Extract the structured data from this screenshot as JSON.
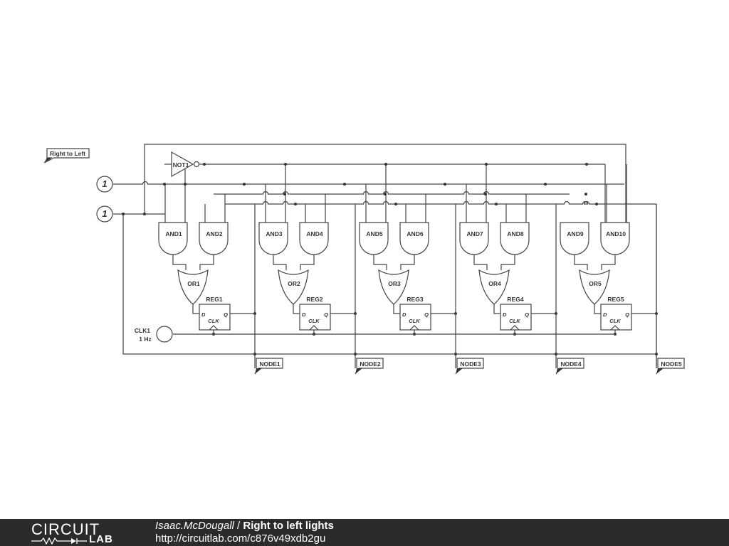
{
  "schematic": {
    "title_tag": "Right to Left",
    "inputs": [
      "1",
      "1"
    ],
    "not_gate": "NOT1",
    "and_gates": [
      "AND1",
      "AND2",
      "AND3",
      "AND4",
      "AND5",
      "AND6",
      "AND7",
      "AND8",
      "AND9",
      "AND10"
    ],
    "or_gates": [
      "OR1",
      "OR2",
      "OR3",
      "OR4",
      "OR5"
    ],
    "registers": [
      "REG1",
      "REG2",
      "REG3",
      "REG4",
      "REG5"
    ],
    "register_pins": {
      "d": "D",
      "q": "Q",
      "clk": "CLK"
    },
    "clock": {
      "name": "CLK1",
      "freq": "1 Hz"
    },
    "nodes": [
      "NODE1",
      "NODE2",
      "NODE3",
      "NODE4",
      "NODE5"
    ],
    "colors": {
      "wire": "#444444",
      "footer_bg": "#2b2b2b"
    }
  },
  "footer": {
    "logo_top": "CIRCUIT",
    "logo_bottom": "LAB",
    "author": "Isaac.McDougall",
    "separator": " / ",
    "circuit_name": "Right to left lights",
    "url": "http://circuitlab.com/c876v49xdb2gu"
  }
}
